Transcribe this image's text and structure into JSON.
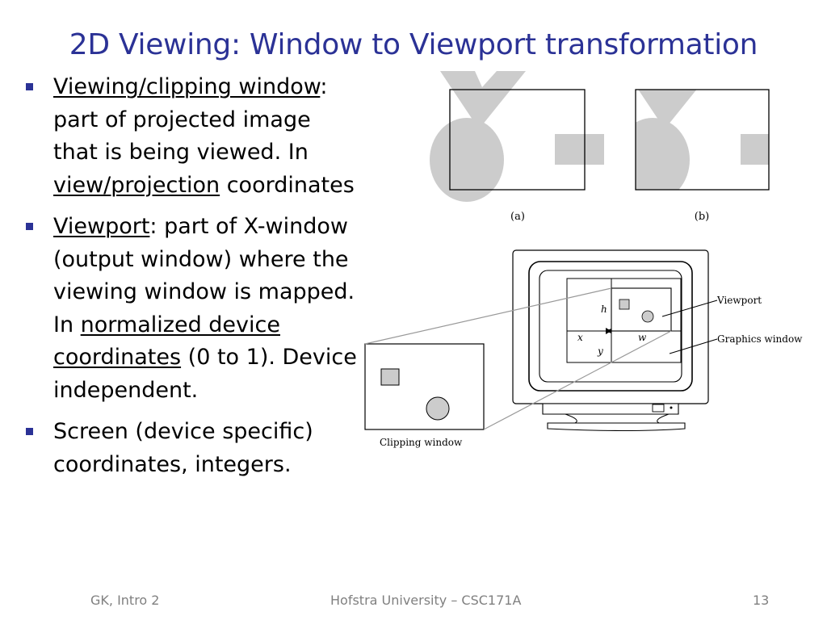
{
  "slide": {
    "title": "2D Viewing: Window to Viewport transformation",
    "bullets": [
      {
        "parts": [
          {
            "text": "Viewing/clipping window",
            "underline": true
          },
          {
            "text": ": part of projected image that is being viewed. In ",
            "underline": false
          },
          {
            "text": "view/projection",
            "underline": true
          },
          {
            "text": " coordinates",
            "underline": false
          }
        ]
      },
      {
        "parts": [
          {
            "text": "Viewport",
            "underline": true
          },
          {
            "text": ": part of X-window (output window) where the viewing window is mapped. In ",
            "underline": false
          },
          {
            "text": "normalized device coordinates",
            "underline": true
          },
          {
            "text": " (0 to 1). Device independent.",
            "underline": false
          }
        ]
      },
      {
        "parts": [
          {
            "text": "Screen (device specific) coordinates, integers.",
            "underline": false
          }
        ]
      }
    ]
  },
  "figure": {
    "label_a": "(a)",
    "label_b": "(b)",
    "clipping_window": "Clipping window",
    "viewport": "Viewport",
    "graphics_window": "Graphics window",
    "label_h": "h",
    "label_x": "x",
    "label_w": "w",
    "label_y": "y"
  },
  "footer": {
    "left": "GK, Intro 2",
    "center": "Hofstra University – CSC171A",
    "page": "13"
  },
  "colors": {
    "title": "#2b3296",
    "bullet": "#2b3296",
    "shape_gray": "#cccccc",
    "footer": "#808080"
  }
}
